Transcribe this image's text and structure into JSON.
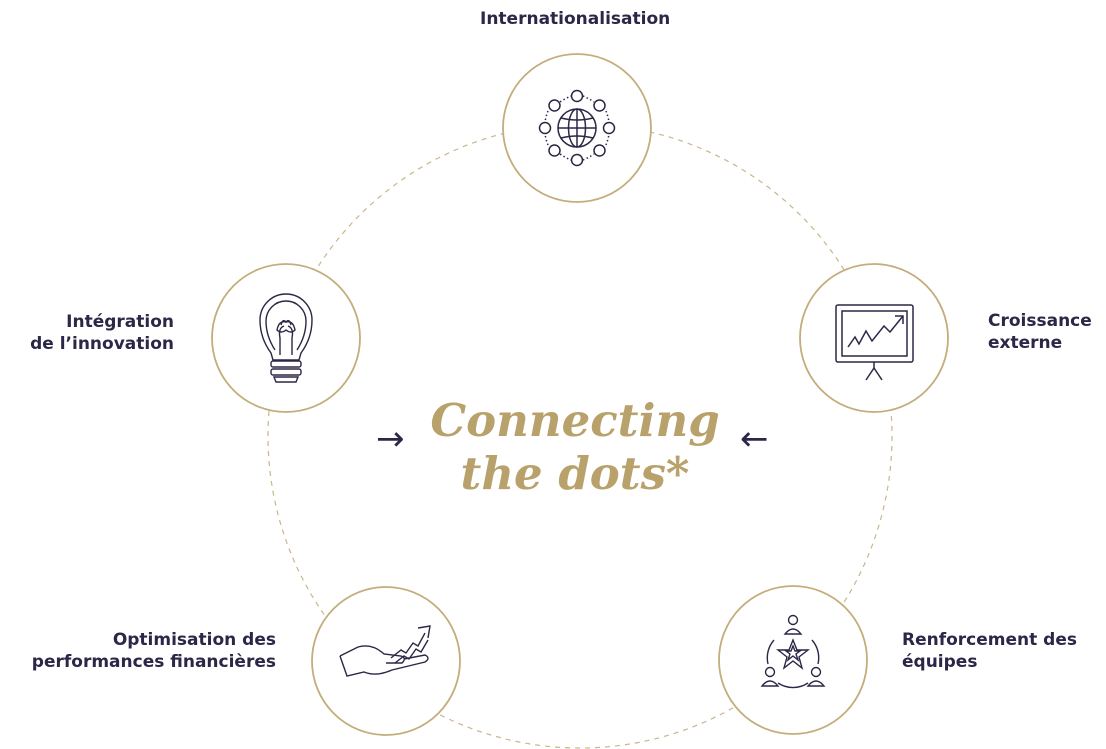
{
  "title": {
    "line1": "Connecting",
    "line2": "the dots*"
  },
  "nodes": [
    {
      "id": "internationalisation",
      "label_lines": [
        "Internationalisation"
      ],
      "icon": "globe-network-icon"
    },
    {
      "id": "croissance",
      "label_lines": [
        "Croissance",
        "externe"
      ],
      "icon": "presentation-chart-icon"
    },
    {
      "id": "equipes",
      "label_lines": [
        "Renforcement des",
        "équipes"
      ],
      "icon": "team-star-icon"
    },
    {
      "id": "performances",
      "label_lines": [
        "Optimisation des",
        "performances financières"
      ],
      "icon": "hand-growth-icon"
    },
    {
      "id": "innovation",
      "label_lines": [
        "Intégration",
        "de l’innovation"
      ],
      "icon": "lightbulb-icon"
    }
  ],
  "arrows": {
    "left": "→",
    "right": "←"
  },
  "colors": {
    "gold": "#b8a16b",
    "navy": "#2a2747",
    "background": "#ffffff"
  }
}
